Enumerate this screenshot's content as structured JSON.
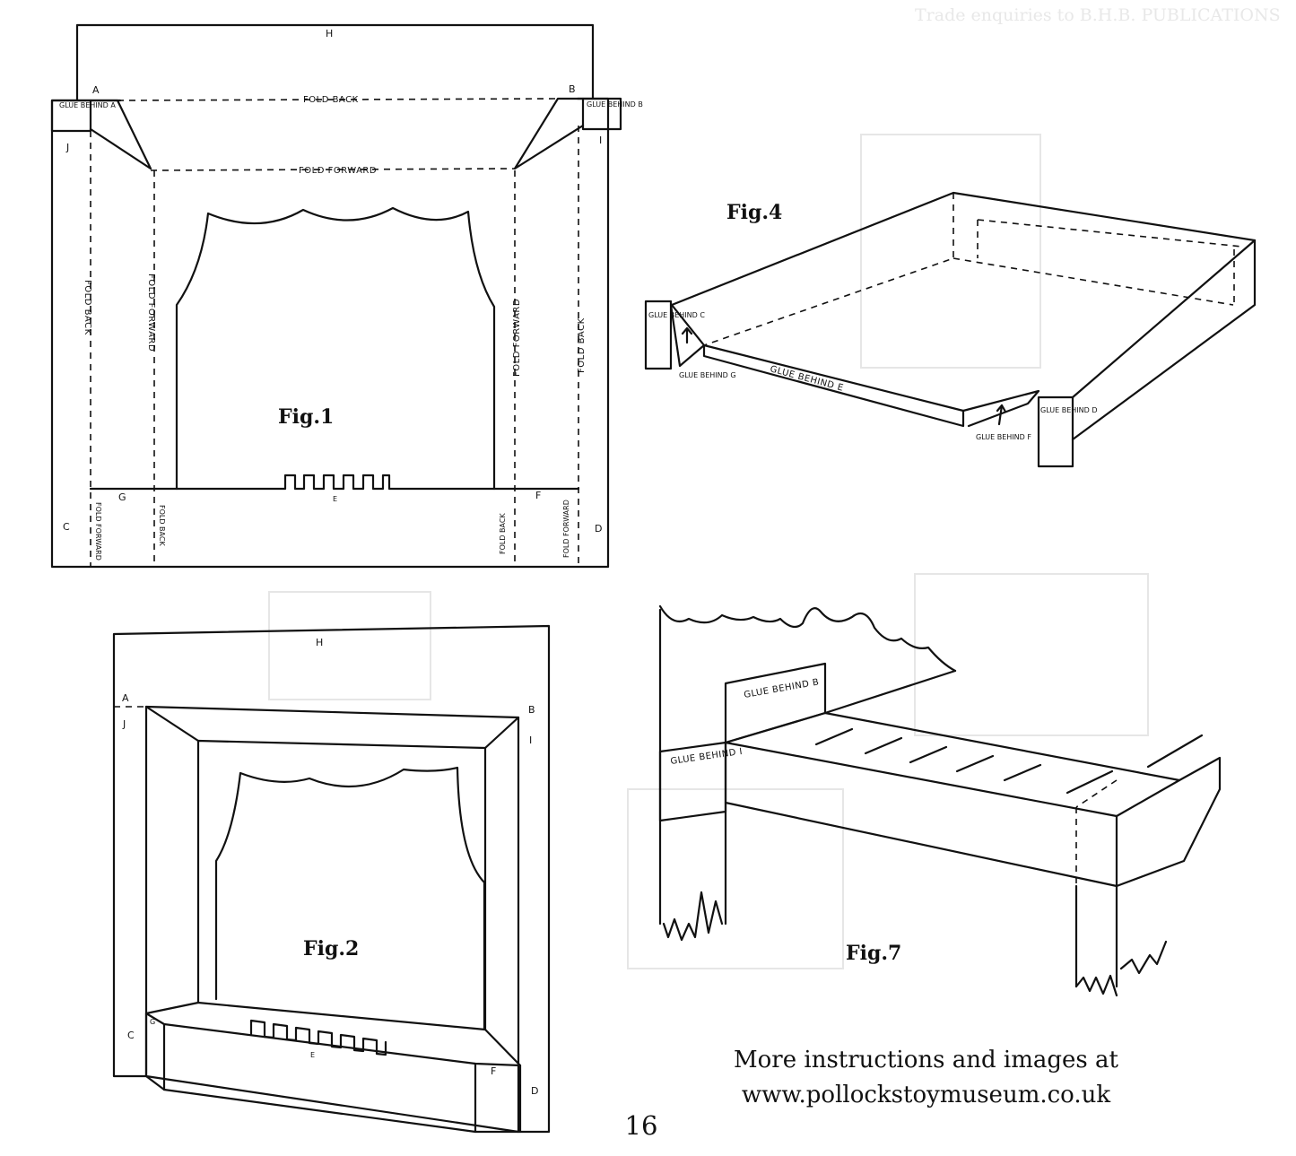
{
  "footer": {
    "line1": "More instructions and images at",
    "line2": "www.pollockstoymuseum.co.uk"
  },
  "page_number": "16",
  "background_text": "Trade enquiries to B.H.B. PUBLICATIONS",
  "fig1": {
    "title": "Fig.1",
    "fold_back": "FOLD BACK",
    "fold_forward": "FOLD FORWARD",
    "glue_behind_a": "GLUE BEHIND A",
    "glue_behind_b": "GLUE BEHIND B",
    "labels": {
      "a": "A",
      "b": "B",
      "c": "C",
      "d": "D",
      "e": "E",
      "f": "F",
      "g": "G",
      "h": "H",
      "i": "I",
      "j": "J"
    }
  },
  "fig2": {
    "title": "Fig.2",
    "labels": {
      "a": "A",
      "b": "B",
      "c": "C",
      "d": "D",
      "e": "E",
      "f": "F",
      "g": "G",
      "h": "H",
      "i": "I",
      "j": "J"
    }
  },
  "fig4": {
    "title": "Fig.4",
    "glue_behind_c": "GLUE BEHIND C",
    "glue_behind_d": "GLUE BEHIND D",
    "glue_behind_e": "GLUE BEHIND E",
    "glue_behind_f": "GLUE BEHIND F",
    "glue_behind_g": "GLUE BEHIND G"
  },
  "fig7": {
    "title": "Fig.7",
    "glue_behind_b": "GLUE BEHIND B",
    "glue_behind_i": "GLUE BEHIND I"
  }
}
